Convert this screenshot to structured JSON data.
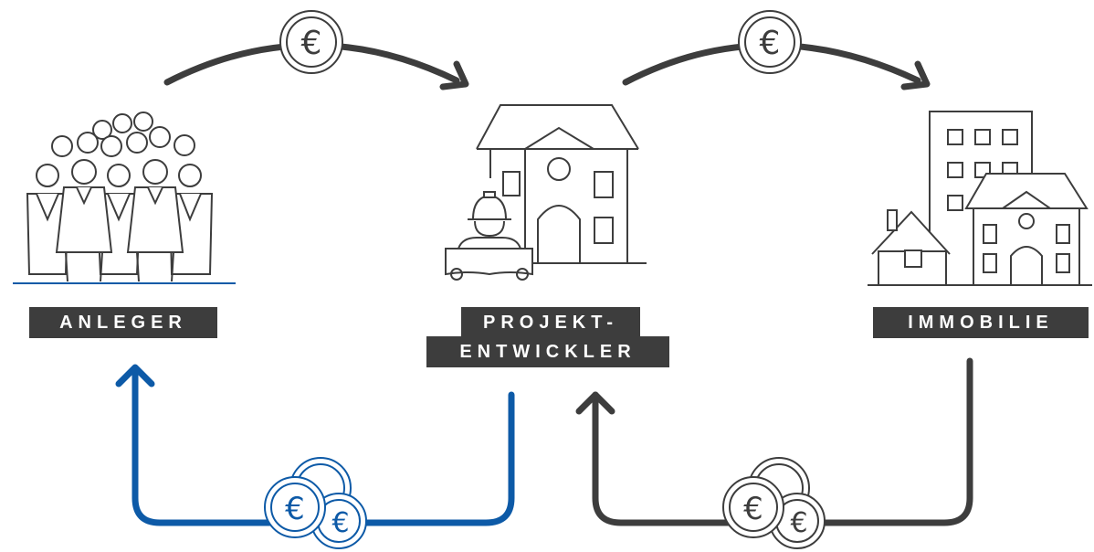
{
  "labels": {
    "anleger": "ANLEGER",
    "projekt_line1": "PROJEKT-",
    "projekt_line2": "ENTWICKLER",
    "immobilie": "IMMOBILIE"
  },
  "symbols": {
    "currency": "€"
  },
  "colors": {
    "dark": "#3d3d3d",
    "blue": "#0d5aa7",
    "label_bg": "#3d3d3d",
    "label_text": "#ffffff"
  },
  "icons": {
    "investors": "people-group-icon",
    "developer": "construction-worker-house-icon",
    "property": "buildings-house-icon",
    "coin": "euro-coin-icon",
    "coin_stack": "euro-coin-stack-icon"
  }
}
